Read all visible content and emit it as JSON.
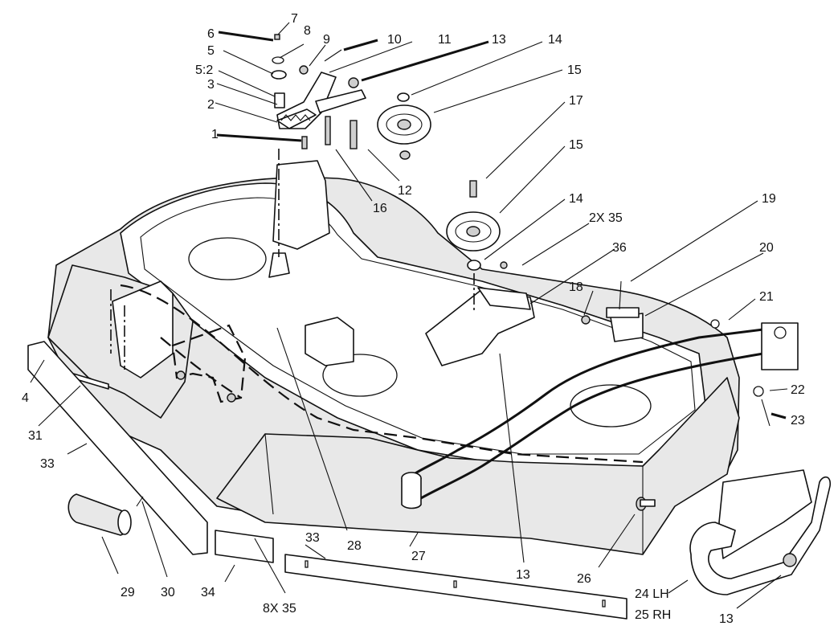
{
  "callouts": [
    {
      "id": "c1",
      "text": "1"
    },
    {
      "id": "c2",
      "text": "2"
    },
    {
      "id": "c3",
      "text": "3"
    },
    {
      "id": "c4",
      "text": "4"
    },
    {
      "id": "c5",
      "text": "5"
    },
    {
      "id": "c5_2",
      "text": "5:2"
    },
    {
      "id": "c6",
      "text": "6"
    },
    {
      "id": "c7",
      "text": "7"
    },
    {
      "id": "c8",
      "text": "8"
    },
    {
      "id": "c9",
      "text": "9"
    },
    {
      "id": "c10",
      "text": "10"
    },
    {
      "id": "c11",
      "text": "11"
    },
    {
      "id": "c12",
      "text": "12"
    },
    {
      "id": "c13a",
      "text": "13"
    },
    {
      "id": "c13b",
      "text": "13"
    },
    {
      "id": "c13c",
      "text": "13"
    },
    {
      "id": "c14a",
      "text": "14"
    },
    {
      "id": "c14b",
      "text": "14"
    },
    {
      "id": "c15a",
      "text": "15"
    },
    {
      "id": "c15b",
      "text": "15"
    },
    {
      "id": "c16",
      "text": "16"
    },
    {
      "id": "c17",
      "text": "17"
    },
    {
      "id": "c18",
      "text": "18"
    },
    {
      "id": "c19",
      "text": "19"
    },
    {
      "id": "c20",
      "text": "20"
    },
    {
      "id": "c21",
      "text": "21"
    },
    {
      "id": "c22",
      "text": "22"
    },
    {
      "id": "c23",
      "text": "23"
    },
    {
      "id": "c24",
      "text": "24 LH"
    },
    {
      "id": "c25",
      "text": "25 RH"
    },
    {
      "id": "c26",
      "text": "26"
    },
    {
      "id": "c27",
      "text": "27"
    },
    {
      "id": "c28",
      "text": "28"
    },
    {
      "id": "c29",
      "text": "29"
    },
    {
      "id": "c30",
      "text": "30"
    },
    {
      "id": "c31",
      "text": "31"
    },
    {
      "id": "c33a",
      "text": "33"
    },
    {
      "id": "c33b",
      "text": "33"
    },
    {
      "id": "c34",
      "text": "34"
    },
    {
      "id": "c35a",
      "text": "2X 35"
    },
    {
      "id": "c35b",
      "text": "8X 35"
    },
    {
      "id": "c36",
      "text": "36"
    }
  ]
}
